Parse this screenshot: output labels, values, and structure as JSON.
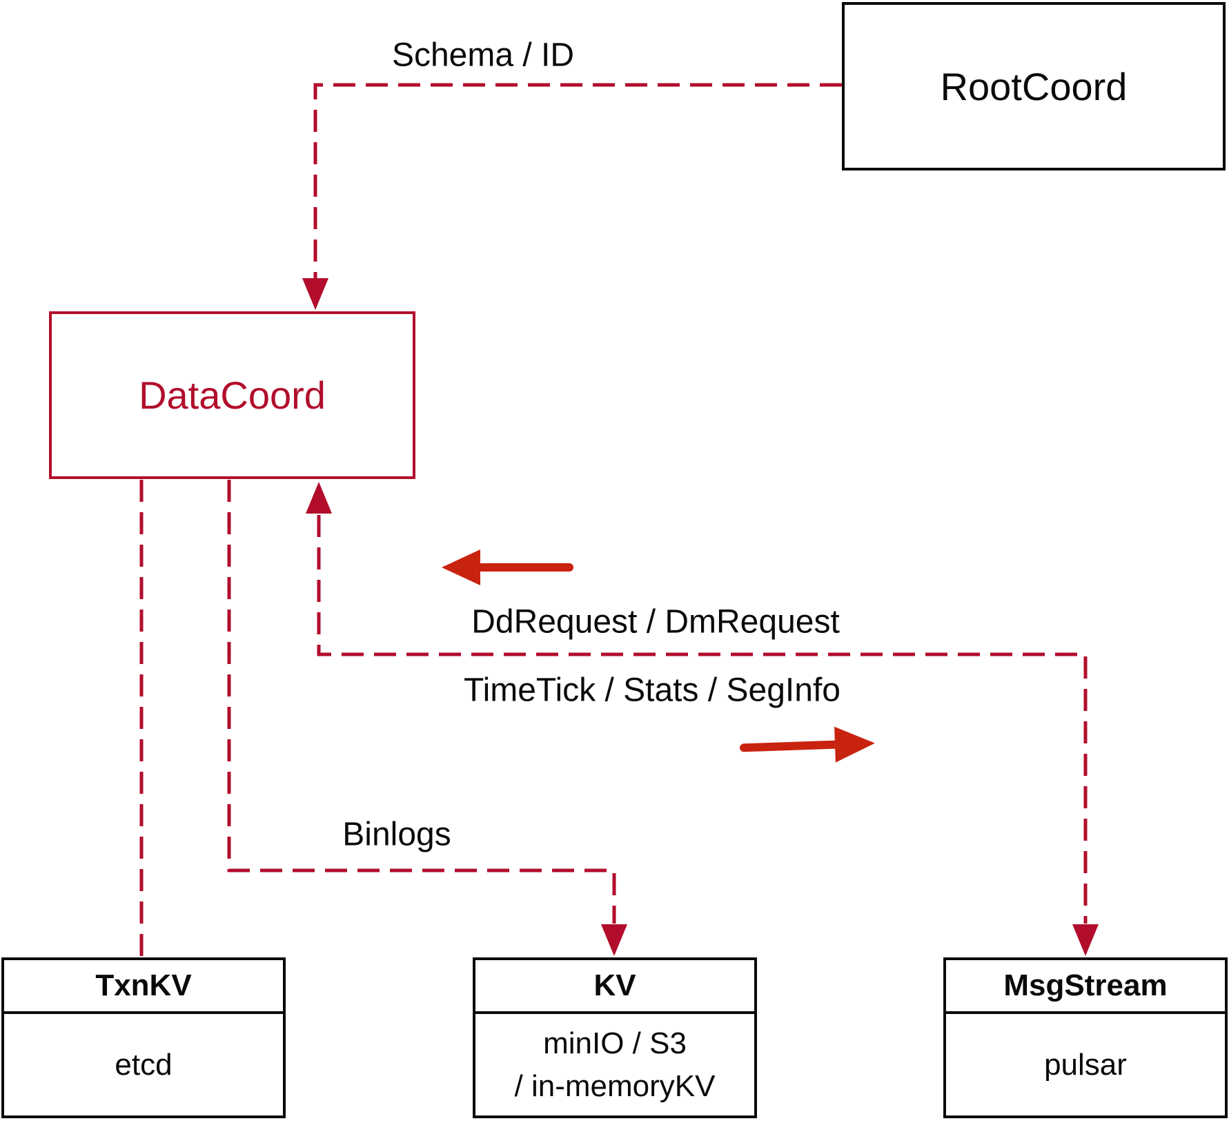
{
  "diagram": {
    "nodes": {
      "rootcoord": {
        "label": "RootCoord"
      },
      "datacoord": {
        "label": "DataCoord"
      },
      "txnkv": {
        "title": "TxnKV",
        "body": "etcd"
      },
      "kv": {
        "title": "KV",
        "body_line1": "minIO / S3",
        "body_line2": "/ in-memoryKV"
      },
      "msgstream": {
        "title": "MsgStream",
        "body": "pulsar"
      }
    },
    "edge_labels": {
      "schema_id": "Schema / ID",
      "dd_dm_request": "DdRequest / DmRequest",
      "timetick_stats_seginfo": "TimeTick / Stats / SegInfo",
      "binlogs": "Binlogs"
    },
    "colors": {
      "dashed_line": "#b20d2c",
      "solid_arrow": "#c8230f",
      "node_border_black": "#0a0a0a",
      "datacoord_accent": "#b20d2c",
      "background": "#ffffff"
    }
  }
}
